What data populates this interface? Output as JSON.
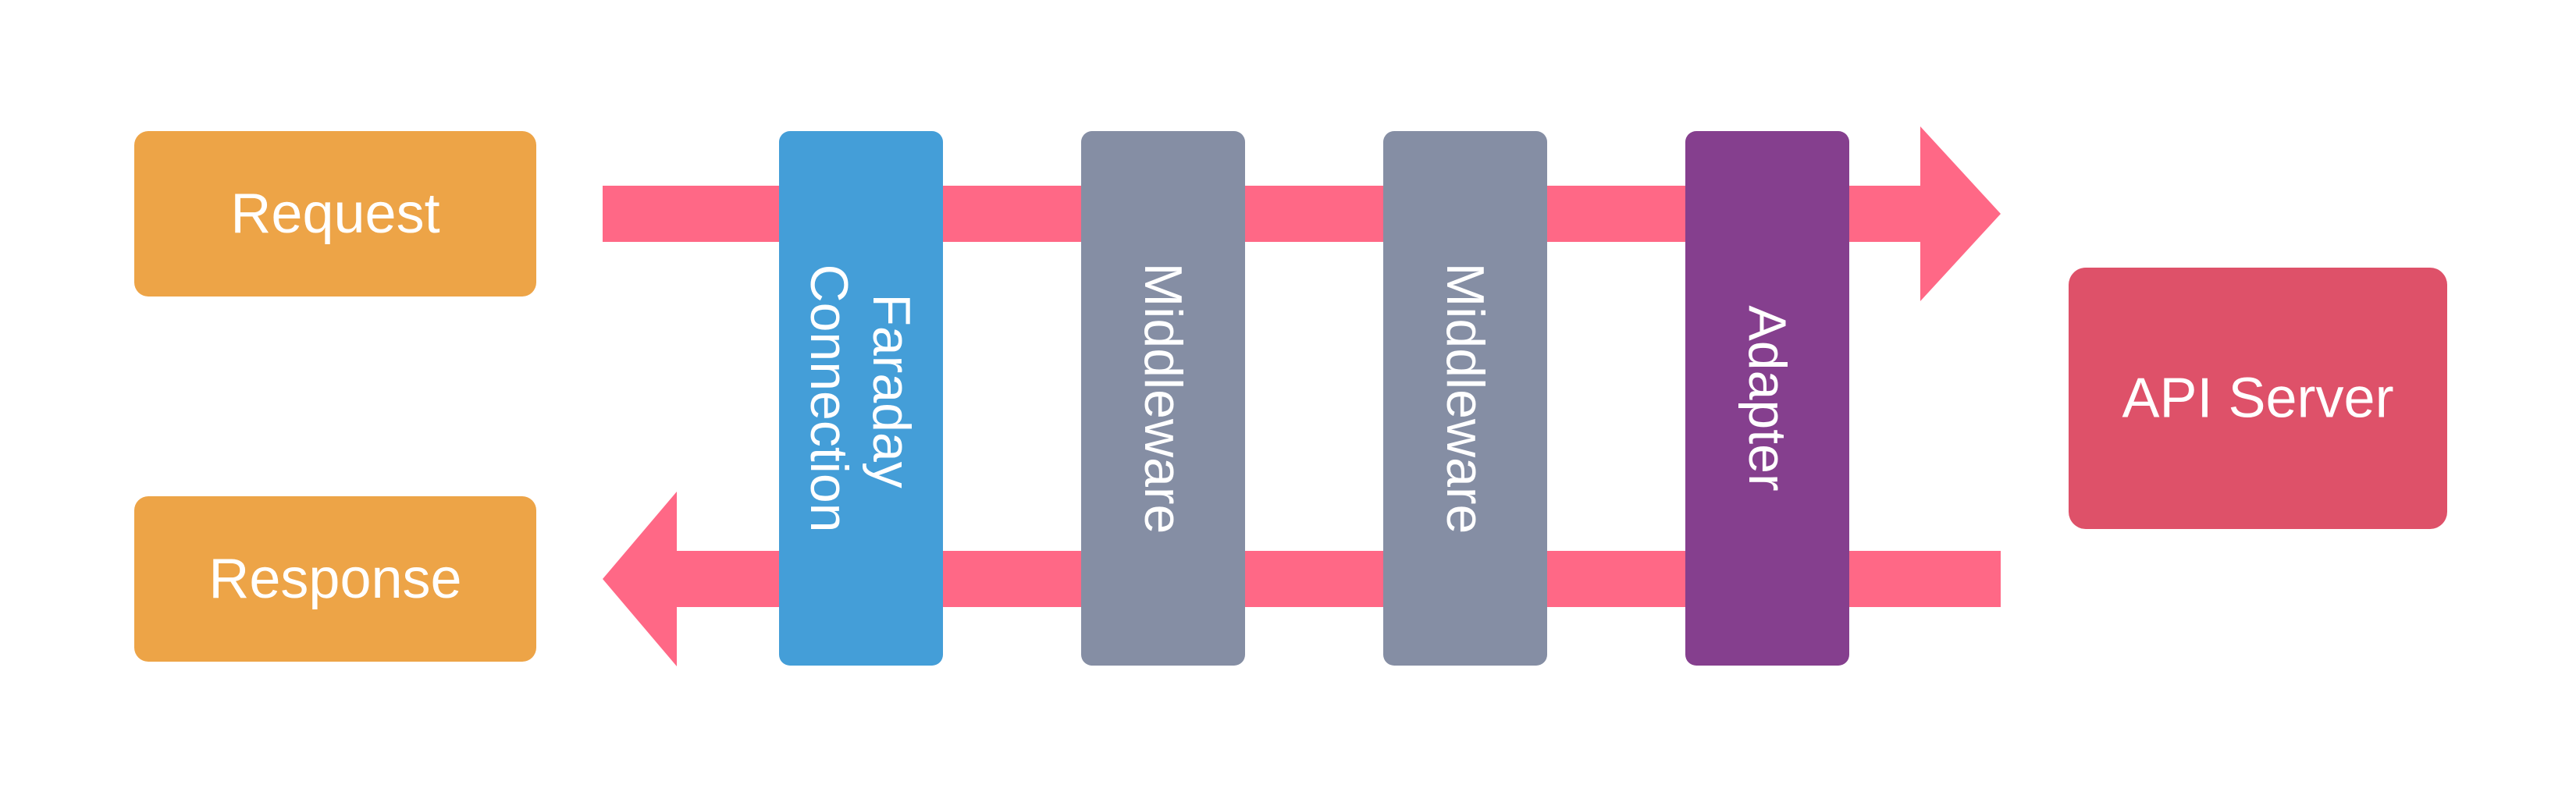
{
  "diagram": {
    "request_label": "Request",
    "response_label": "Response",
    "api_server_label": "API Server",
    "layers": [
      {
        "lines": [
          "Faraday",
          "Connection"
        ],
        "color": "#449ed8"
      },
      {
        "lines": [
          "Middleware"
        ],
        "color": "#858ea4"
      },
      {
        "lines": [
          "Middleware"
        ],
        "color": "#858ea4"
      },
      {
        "lines": [
          "Adapter"
        ],
        "color": "#853f8e"
      }
    ]
  },
  "colors": {
    "client_box": "#eda447",
    "api_server_box": "#de5169",
    "arrow": "#ff6886",
    "label_text": "#ffffff"
  }
}
